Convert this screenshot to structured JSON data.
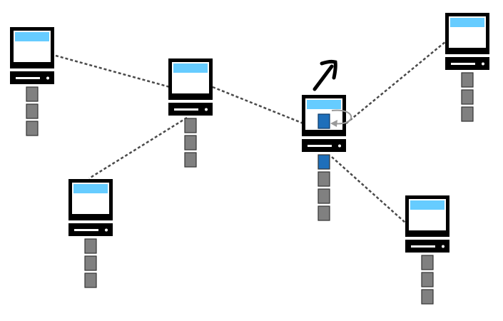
{
  "diagram": {
    "type": "network",
    "nodes": [
      {
        "id": "node-a",
        "blocks": 3,
        "highlighted_blocks": 0,
        "active": false
      },
      {
        "id": "node-b",
        "blocks": 3,
        "highlighted_blocks": 0,
        "active": false
      },
      {
        "id": "node-c",
        "blocks": 3,
        "highlighted_blocks": 0,
        "active": false
      },
      {
        "id": "node-d",
        "blocks": 4,
        "highlighted_blocks": 1,
        "active": true
      },
      {
        "id": "node-e",
        "blocks": 3,
        "highlighted_blocks": 0,
        "active": false
      },
      {
        "id": "node-f",
        "blocks": 3,
        "highlighted_blocks": 0,
        "active": false
      }
    ],
    "links": [
      [
        "node-a",
        "node-b"
      ],
      [
        "node-b",
        "node-d"
      ],
      [
        "node-b",
        "node-c"
      ],
      [
        "node-d",
        "node-e"
      ],
      [
        "node-d",
        "node-f"
      ]
    ],
    "icons": {
      "active_marker": "pickaxe-icon",
      "cycle_marker": "cycle-arrow-icon"
    }
  },
  "colors": {
    "monitor_frame": "#000000",
    "screen": "#ffffff",
    "screen_bar": "#66ccff",
    "block": "#808080",
    "block_highlight": "#1f6fba",
    "link": "#4a4a4a",
    "cycle_arrow": "#9a9a9a"
  }
}
